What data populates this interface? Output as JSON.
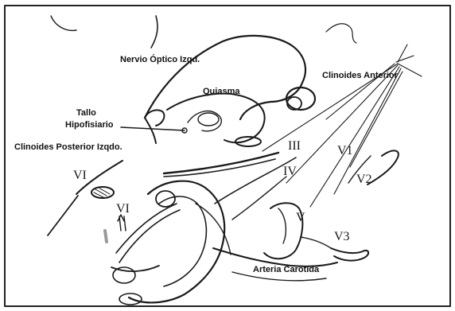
{
  "labels": {
    "nervio_optico": "Nervio Óptico Izqd.",
    "quiasma": "Quiasma",
    "clinoides_anterior": "Clinoides Anterior",
    "tallo_line1": "Tallo",
    "tallo_line2": "Hipofisiario",
    "clinoides_posterior": "Clinoides Posterior Izqdo.",
    "arteria_carotida": "Arteria Carótida"
  },
  "nerves": {
    "III": "III",
    "IV": "IV",
    "V": "V",
    "V1": "V1",
    "V2": "V2",
    "V3": "V3",
    "VI_left": "VI",
    "VI_lower": "VI"
  },
  "colors": {
    "ink": "#1a1a1a",
    "paper": "#ffffff",
    "border": "#222222"
  }
}
